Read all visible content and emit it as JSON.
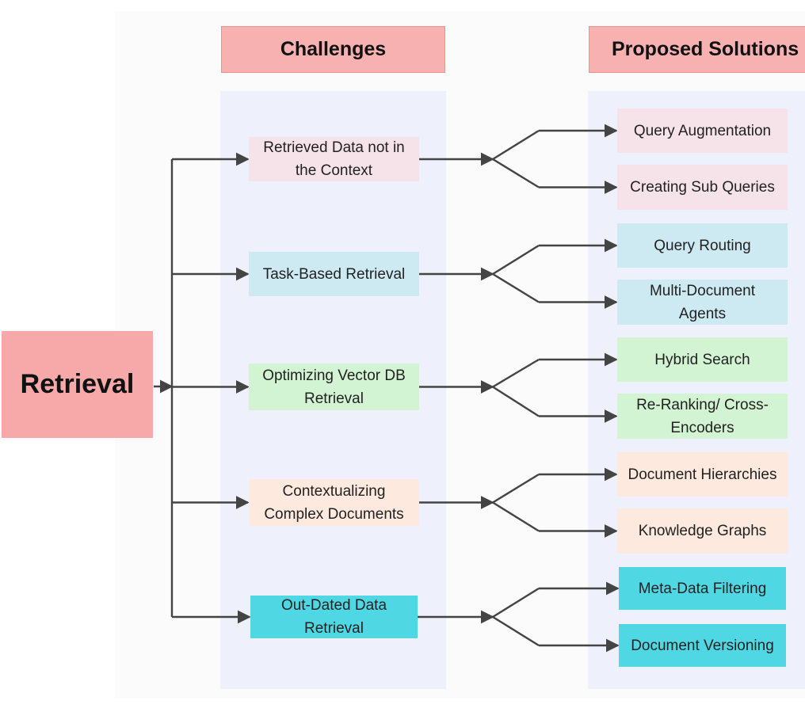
{
  "headers": {
    "challenges": "Challenges",
    "solutions": "Proposed Solutions"
  },
  "root": {
    "label": "Retrieval"
  },
  "challenges": [
    {
      "label": "Retrieved Data not in the Context",
      "color": "#f6e3ea",
      "solutions": [
        {
          "label": "Query Augmentation",
          "color": "#f6e3ea"
        },
        {
          "label": "Creating Sub Queries",
          "color": "#f6e3ea"
        }
      ]
    },
    {
      "label": "Task-Based Retrieval",
      "color": "#cdeaf3",
      "solutions": [
        {
          "label": "Query Routing",
          "color": "#cdeaf3"
        },
        {
          "label": "Multi-Document Agents",
          "color": "#cdeaf3"
        }
      ]
    },
    {
      "label": "Optimizing Vector DB Retrieval",
      "color": "#d2f4d2",
      "solutions": [
        {
          "label": "Hybrid Search",
          "color": "#d2f4d2"
        },
        {
          "label": "Re-Ranking/ Cross-Encoders",
          "color": "#d2f4d2"
        }
      ]
    },
    {
      "label": "Contextualizing Complex Documents",
      "color": "#fde9dd",
      "solutions": [
        {
          "label": "Document Hierarchies",
          "color": "#fde9dd"
        },
        {
          "label": "Knowledge Graphs",
          "color": "#fde9dd"
        }
      ]
    },
    {
      "label": "Out-Dated Data Retrieval",
      "color": "#4fd8e3",
      "solutions": [
        {
          "label": "Meta-Data Filtering",
          "color": "#4fd8e3"
        },
        {
          "label": "Document Versioning",
          "color": "#4fd8e3"
        }
      ]
    }
  ],
  "colors": {
    "header": "#f8b1b1",
    "root": "#f7a8a8",
    "column": "#eef0fb",
    "arrow": "#444444"
  }
}
